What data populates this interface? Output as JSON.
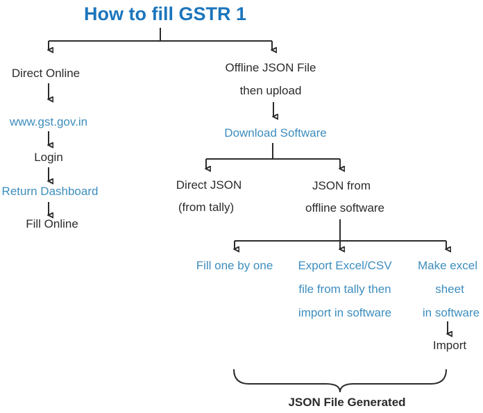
{
  "title": "How to fill GSTR 1",
  "colors": {
    "title-blue": "#1b75bc",
    "link-blue": "#3d8dbd",
    "ink": "#2b2b2b",
    "background": "#ffffff"
  },
  "direct_path": {
    "direct_online": "Direct Online",
    "website": "www.gst.gov.in",
    "login": "Login",
    "return_dashboard": "Return Dashboard",
    "fill_online": "Fill Online"
  },
  "offline_path": {
    "offline_json_line1": "Offline JSON File",
    "offline_json_line2": "then upload",
    "download_software": "Download Software",
    "direct_json_line1": "Direct JSON",
    "direct_json_line2": "(from tally)",
    "json_from_line1": "JSON from",
    "json_from_line2": "offline software",
    "fill_one_by_one": "Fill one by one",
    "export_line1": "Export Excel/CSV",
    "export_line2": "file from tally then",
    "export_line3": "import in software",
    "make_excel_line1": "Make excel",
    "make_excel_line2": "sheet",
    "make_excel_line3": "in software",
    "import_label": "Import",
    "result_label": "JSON File Generated"
  }
}
